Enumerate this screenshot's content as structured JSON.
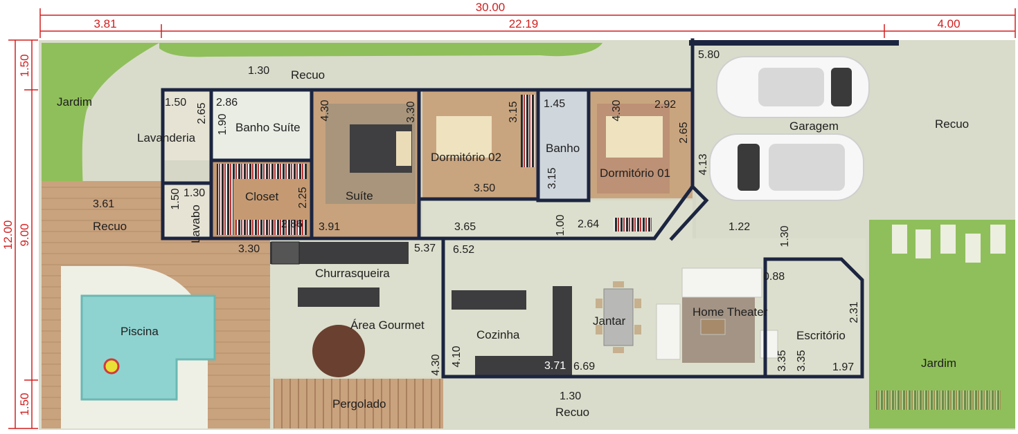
{
  "dimensions": {
    "total_width": "30.00",
    "left_width": "3.81",
    "middle_width": "22.19",
    "right_width": "4.00",
    "total_depth": "12.00",
    "house_depth": "9.00",
    "top_setback": "1.50",
    "bottom_setback": "1.50"
  },
  "rooms": {
    "jardim_left": "Jardim",
    "recuo_top": "Recuo",
    "lavanderia": "Lavanderia",
    "banho_suite": "Banho Suíte",
    "closet": "Closet",
    "suite": "Suíte",
    "dormitorio_02": "Dormitório 02",
    "banho": "Banho",
    "dormitorio_01": "Dormitório 01",
    "garagem": "Garagem",
    "recuo_right": "Recuo",
    "recuo_left": "Recuo",
    "lavabo": "Lavabo",
    "churrasqueira": "Churrasqueira",
    "area_gourmet": "Área Gourmet",
    "piscina": "Piscina",
    "pergolado": "Pergolado",
    "cozinha": "Cozinha",
    "jantar": "Jantar",
    "home_theater": "Home Theater",
    "escritorio": "Escritório",
    "jardim_right": "Jardim",
    "recuo_bottom": "Recuo"
  },
  "measures": {
    "m_1_30_top": "1.30",
    "m_5_80": "5.80",
    "m_1_50_lav": "1.50",
    "m_2_65_lav": "2.65",
    "m_2_86_bs": "2.86",
    "m_1_90": "1.90",
    "m_4_30_suite": "4.30",
    "m_3_30_suite": "3.30",
    "m_3_15_d2": "3.15",
    "m_1_45": "1.45",
    "m_4_30_d1": "4.30",
    "m_2_92": "2.92",
    "m_2_65_d1": "2.65",
    "m_3_15_banho": "3.15",
    "m_4_13": "4.13",
    "m_3_61": "3.61",
    "m_1_50_lavabo": "1.50",
    "m_1_30_lavabo": "1.30",
    "m_2_25": "2.25",
    "m_2_86_closet": "2.86",
    "m_3_91": "3.91",
    "m_3_50": "3.50",
    "m_3_65": "3.65",
    "m_1_00": "1.00",
    "m_2_64": "2.64",
    "m_1_22": "1.22",
    "m_1_30_door": "1.30",
    "m_3_30_churr": "3.30",
    "m_5_37": "5.37",
    "m_6_52": "6.52",
    "m_0_88": "0.88",
    "m_2_31": "2.31",
    "m_4_30_coz": "4.30",
    "m_4_10": "4.10",
    "m_3_71": "3.71",
    "m_6_69": "6.69",
    "m_3_35_a": "3.35",
    "m_3_35_b": "3.35",
    "m_1_97": "1.97",
    "m_1_30_bottom": "1.30"
  },
  "colors": {
    "dimension_line": "#d21e1e",
    "wall": "#1c2540",
    "lawn": "#8fbf5a",
    "paving": "#d9dccb",
    "deck": "#c9a27e",
    "pool": "#8fd3d0"
  }
}
